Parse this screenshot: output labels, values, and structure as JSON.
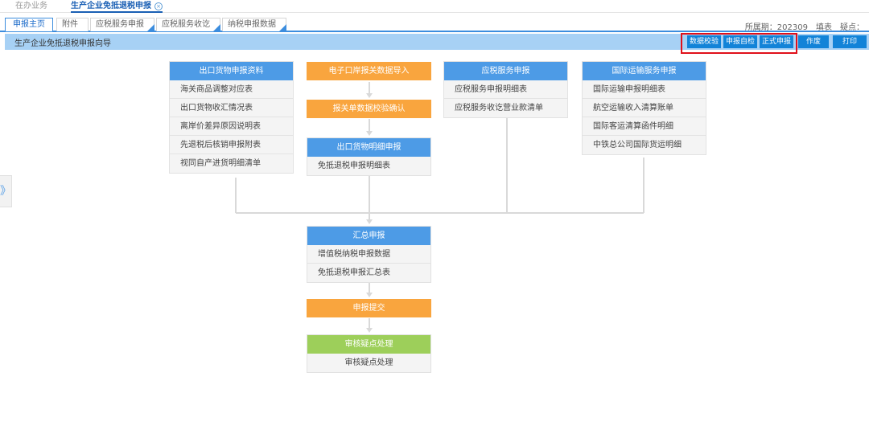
{
  "app_tabs": {
    "inactive": "在办业务",
    "active": "生产企业免抵退税申报",
    "close_symbol": "×"
  },
  "sub_tabs": [
    "申报主页",
    "附件",
    "应税服务申报",
    "应税服务收讫",
    "纳税申报数据"
  ],
  "period_info": "所属期：202309　填表　疑点：",
  "wizard": {
    "title": "生产企业免抵退税申报向导",
    "buttons": [
      "数据校验",
      "申报自检",
      "正式申报",
      "作废",
      "打印"
    ]
  },
  "expand_symbol": "》",
  "flow": {
    "export_goods": {
      "title": "出口货物申报资料",
      "items": [
        "海关商品调整对应表",
        "出口货物收汇情况表",
        "离岸价差异原因说明表",
        "先退税后核销申报附表",
        "视同自产进货明细清单"
      ]
    },
    "edi_import": {
      "title": "电子口岸报关数据导入"
    },
    "customs_check": {
      "title": "报关单数据校验确认"
    },
    "export_detail": {
      "title": "出口货物明细申报",
      "items": [
        "免抵退税申报明细表"
      ]
    },
    "taxable_service": {
      "title": "应税服务申报",
      "items": [
        "应税服务申报明细表",
        "应税服务收讫营业款清单"
      ]
    },
    "intl_transport": {
      "title": "国际运输服务申报",
      "items": [
        "国际运输申报明细表",
        "航空运输收入清算账单",
        "国际客运清算函件明细",
        "中铁总公司国际货运明细"
      ]
    },
    "summary": {
      "title": "汇总申报",
      "items": [
        "增值税纳税申报数据",
        "免抵退税申报汇总表"
      ]
    },
    "submit": {
      "title": "申报提交"
    },
    "review": {
      "title": "审核疑点处理",
      "items": [
        "审核疑点处理"
      ]
    }
  }
}
